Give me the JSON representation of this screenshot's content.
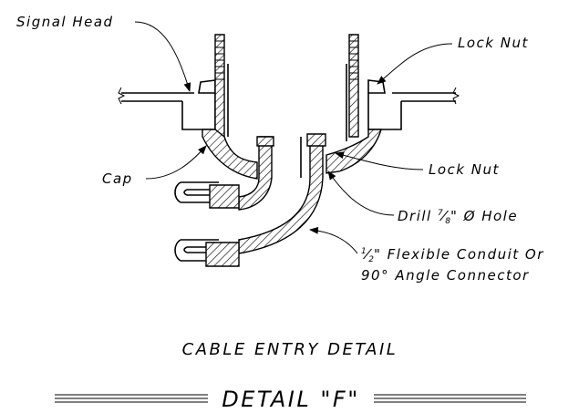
{
  "labels": {
    "signal_head": "Signal Head",
    "lock_nut_top": "Lock Nut",
    "cap": "Cap",
    "lock_nut_mid": "Lock Nut",
    "drill_prefix": "Drill ",
    "drill_num": "7",
    "drill_den": "8",
    "drill_suffix": "\" Ø Hole",
    "conduit_num": "1",
    "conduit_den": "2",
    "conduit_line1": "\" Flexible Conduit Or",
    "conduit_line2": "90°  Angle Connector"
  },
  "titles": {
    "cable_entry": "CABLE ENTRY DETAIL",
    "detail": "DETAIL \"F\""
  }
}
